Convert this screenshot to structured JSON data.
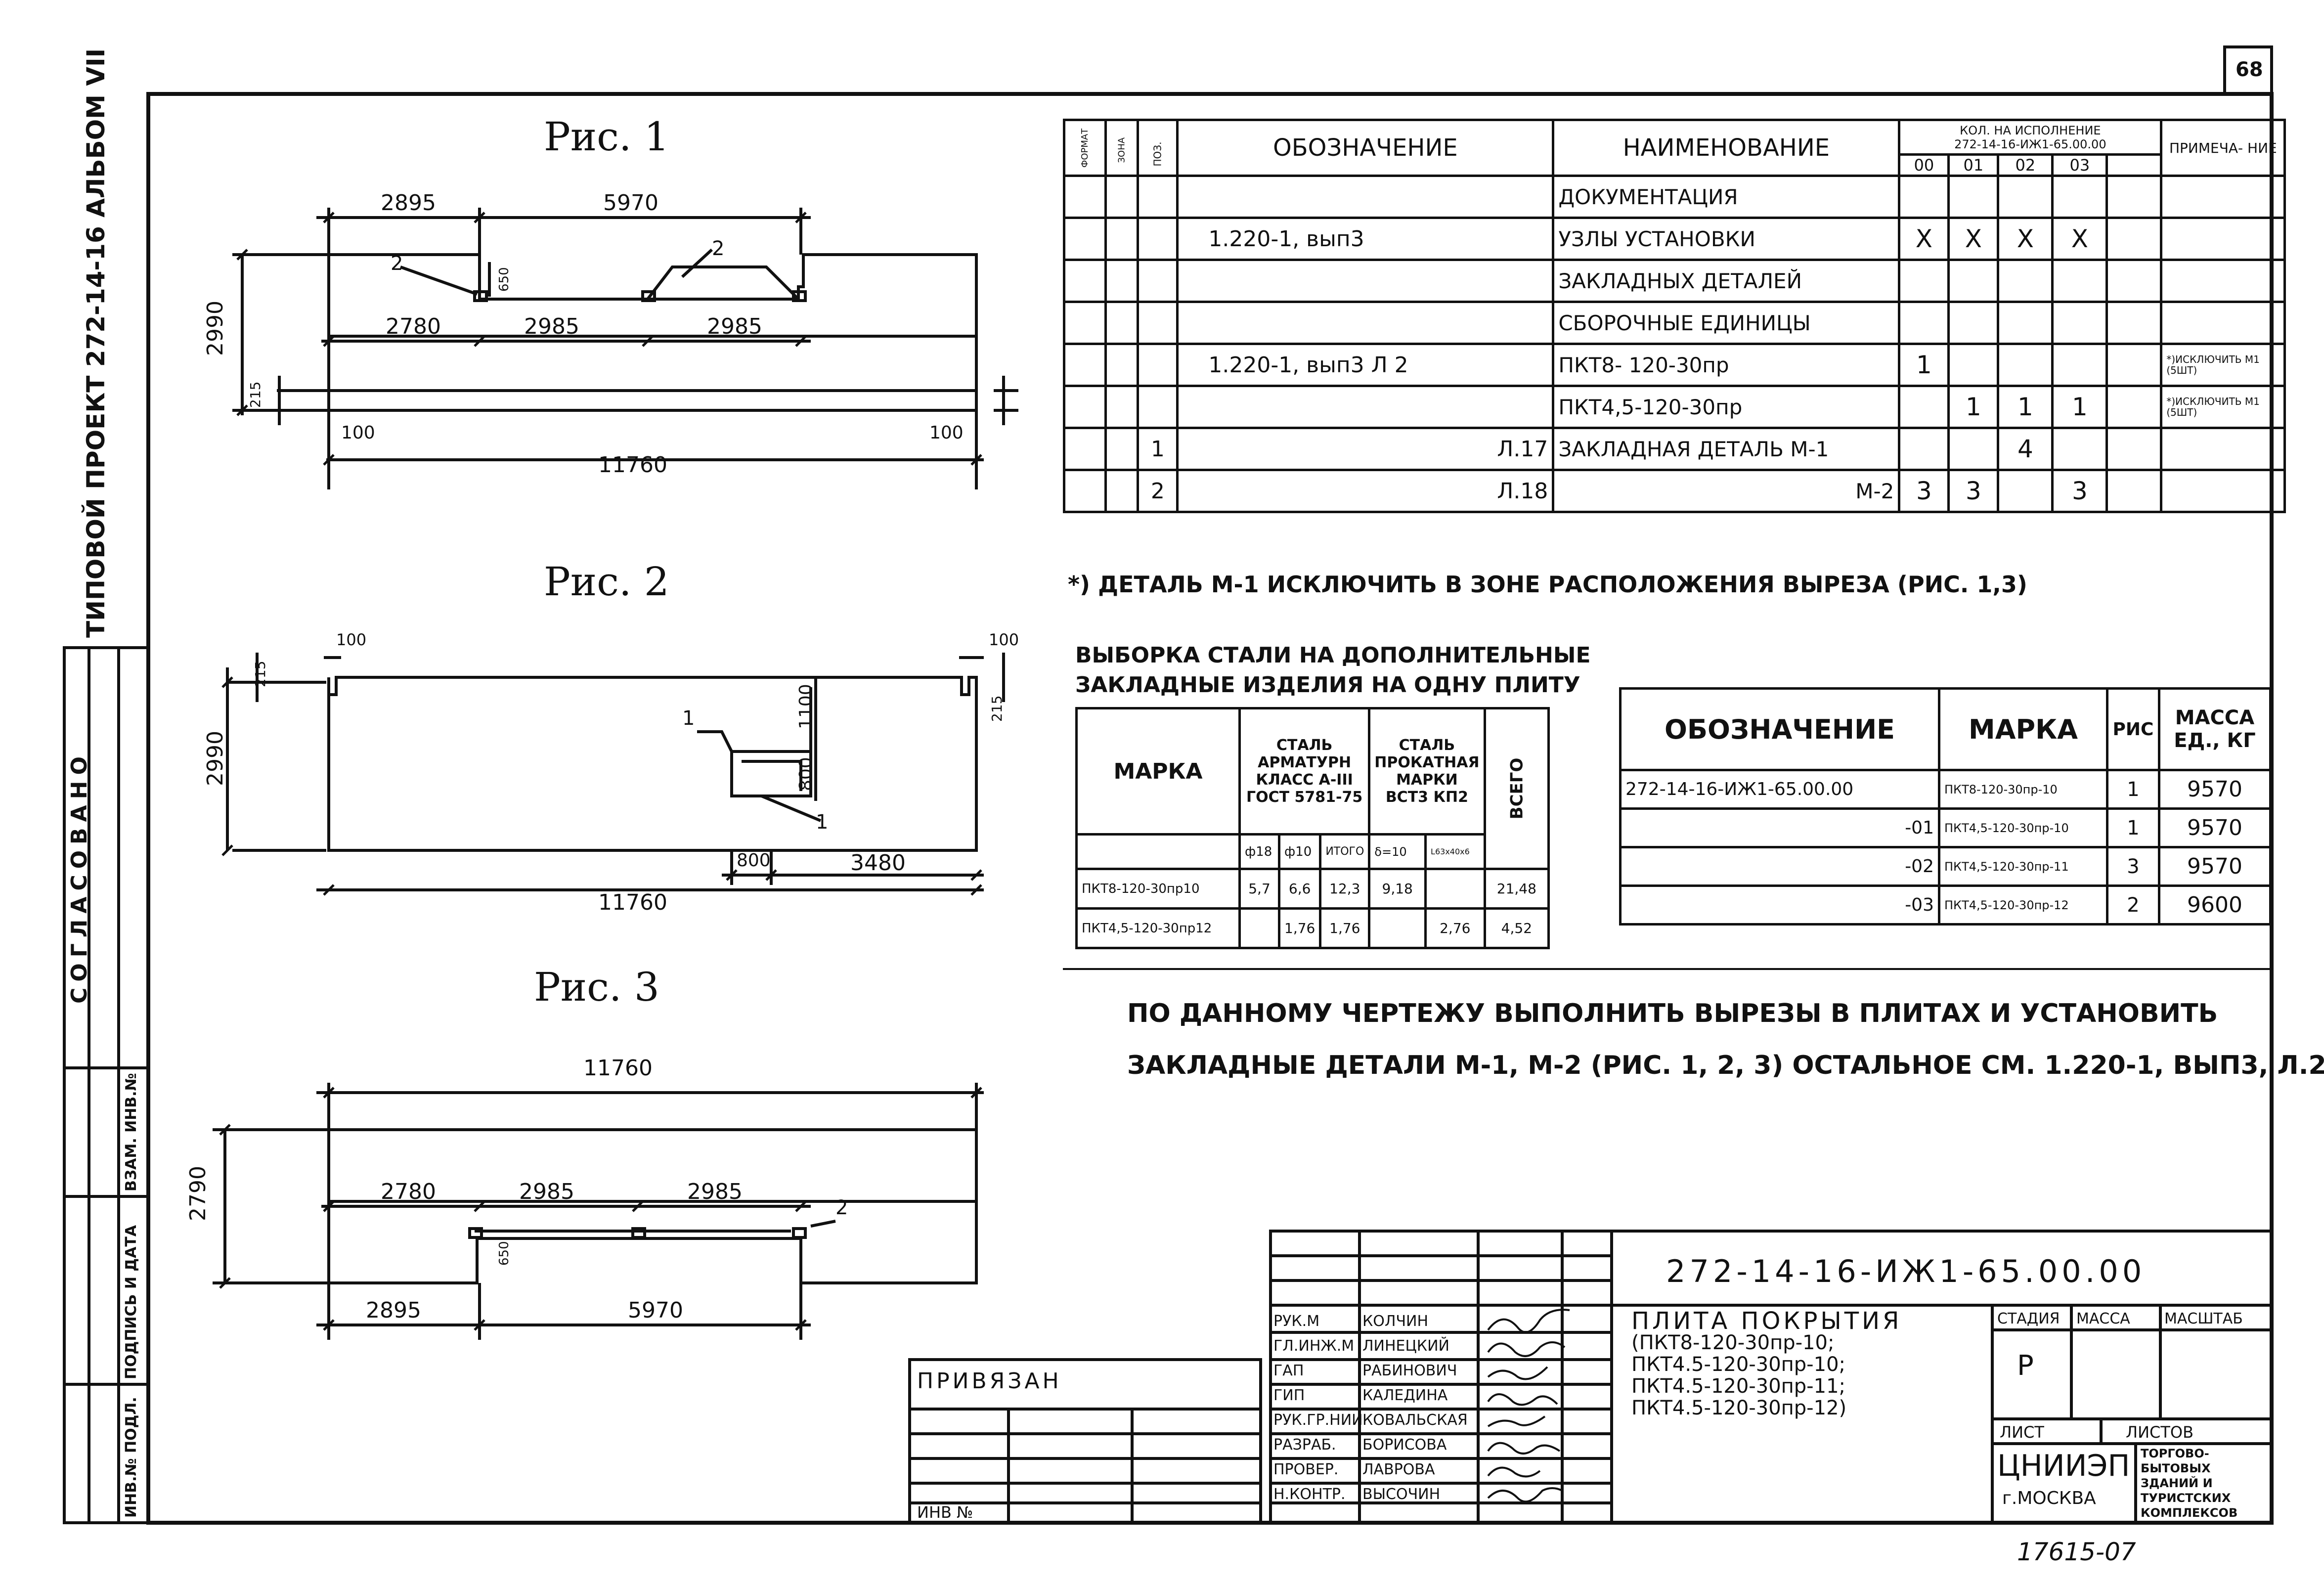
{
  "sheet_number": "68",
  "left_strip": {
    "project_title": "ТИПОВОЙ ПРОЕКТ 272-14-16 АЛЬБОМ VII",
    "agreed": "СОГЛАСОВАНО",
    "labels": [
      "ВЗАМ. ИНВ.№",
      "ПОДПИСЬ И ДАТА",
      "ИНВ.№ ПОДЛ."
    ]
  },
  "figure1": {
    "title": "Рис. 1",
    "dims_top": [
      "2895",
      "5970"
    ],
    "dims_mid": [
      "2780",
      "2985",
      "2985"
    ],
    "dim_height": "2990",
    "dim_215": "215",
    "dim_650": "650",
    "dim_100_left": "100",
    "dim_100_right": "100",
    "dim_length": "11760",
    "pos_labels": [
      "2",
      "2"
    ]
  },
  "figure2": {
    "title": "Рис. 2",
    "dim_100_left": "100",
    "dim_100_right": "100",
    "dim_215_left": "215",
    "dim_215_right": "215",
    "dim_height": "2990",
    "dim_800_v": "800",
    "dim_1100": "1100",
    "dim_800_h": "800",
    "dim_3480": "3480",
    "dim_length": "11760",
    "pos_labels": [
      "1",
      "1"
    ]
  },
  "figure3": {
    "title": "Рис. 3",
    "dim_length": "11760",
    "dim_height": "2790",
    "dims_mid": [
      "2780",
      "2985",
      "2985"
    ],
    "dim_650": "650",
    "dims_bottom": [
      "2895",
      "5970"
    ],
    "pos_label": "2"
  },
  "spec_table": {
    "header": {
      "format": "ФОРМАТ",
      "zone": "ЗОНА",
      "pos": "ПОЗ.",
      "designation": "ОБОЗНАЧЕНИЕ",
      "name": "НАИМЕНОВАНИЕ",
      "qty_title_1": "КОЛ. НА ИСПОЛНЕНИЕ",
      "qty_title_2": "272-14-16-ИЖ1-65.00.00",
      "qty_cols": [
        "00",
        "01",
        "02",
        "03"
      ],
      "note": "ПРИМЕЧА- НИЕ"
    },
    "rows": [
      {
        "pos": "",
        "designation": "",
        "name": "ДОКУМЕНТАЦИЯ",
        "q": [
          "",
          "",
          "",
          ""
        ],
        "note": ""
      },
      {
        "pos": "",
        "designation": "1.220-1, вып3",
        "name": "УЗЛЫ УСТАНОВКИ",
        "q": [
          "X",
          "X",
          "X",
          "X"
        ],
        "note": ""
      },
      {
        "pos": "",
        "designation": "",
        "name": "ЗАКЛАДНЫХ ДЕТАЛЕЙ",
        "q": [
          "",
          "",
          "",
          ""
        ],
        "note": ""
      },
      {
        "pos": "",
        "designation": "",
        "name": "СБОРОЧНЫЕ ЕДИНИЦЫ",
        "q": [
          "",
          "",
          "",
          ""
        ],
        "note": ""
      },
      {
        "pos": "",
        "designation": "1.220-1, вып3 Л 2",
        "name": "ПКТ8- 120-30пр",
        "q": [
          "1",
          "",
          "",
          ""
        ],
        "note": "*)ИСКЛЮЧИТЬ М1 (5ШТ)"
      },
      {
        "pos": "",
        "designation": "",
        "name": "ПКТ4,5-120-30пр",
        "q": [
          "",
          "1",
          "1",
          "1"
        ],
        "note": "*)ИСКЛЮЧИТЬ М1 (5ШТ)"
      },
      {
        "pos": "1",
        "designation": "Л.17",
        "name": "ЗАКЛАДНАЯ ДЕТАЛЬ М-1",
        "q": [
          "",
          "",
          "4",
          ""
        ],
        "note": ""
      },
      {
        "pos": "2",
        "designation": "Л.18",
        "name": "М-2",
        "q": [
          "3",
          "3",
          "",
          "3"
        ],
        "note": ""
      }
    ],
    "footnote": "*) ДЕТАЛЬ М-1 ИСКЛЮЧИТЬ В ЗОНЕ РАСПОЛОЖЕНИЯ ВЫРЕЗА (РИС. 1,3)"
  },
  "steel_table": {
    "title_1": "ВЫБОРКА СТАЛИ НА ДОПОЛНИТЕЛЬНЫЕ",
    "title_2": "ЗАКЛАДНЫЕ ИЗДЕЛИЯ НА ОДНУ ПЛИТУ",
    "h_mark": "МАРКА",
    "h_rebar": "СТАЛЬ АРМАТУРН КЛАСС А-III ГОСТ 5781-75",
    "h_rolled": "СТАЛЬ ПРОКАТНАЯ МАРКИ ВСТ3 КП2",
    "h_total": "ВСЕГО",
    "sub": [
      "ф18",
      "ф10",
      "ИТОГО",
      "δ=10",
      "L63x40x6"
    ],
    "rows": [
      {
        "mark": "ПКТ8-120-30пр10",
        "v": [
          "5,7",
          "6,6",
          "12,3",
          "9,18",
          "",
          "21,48"
        ]
      },
      {
        "mark": "ПКТ4,5-120-30пр12",
        "v": [
          "",
          "1,76",
          "1,76",
          "",
          "2,76",
          "4,52"
        ]
      }
    ]
  },
  "mass_table": {
    "headers": [
      "ОБОЗНАЧЕНИЕ",
      "МАРКА",
      "РИС",
      "МАССА ЕД., КГ"
    ],
    "rows": [
      {
        "d": "272-14-16-ИЖ1-65.00.00",
        "m": "ПКТ8-120-30пр-10",
        "r": "1",
        "w": "9570"
      },
      {
        "d": "-01",
        "m": "ПКТ4,5-120-30пр-10",
        "r": "1",
        "w": "9570"
      },
      {
        "d": "-02",
        "m": "ПКТ4,5-120-30пр-11",
        "r": "3",
        "w": "9570"
      },
      {
        "d": "-03",
        "m": "ПКТ4,5-120-30пр-12",
        "r": "2",
        "w": "9600"
      }
    ]
  },
  "note_text": {
    "line1": "ПО ДАННОМУ ЧЕРТЕЖУ ВЫПОЛНИТЬ ВЫРЕЗЫ В ПЛИТАХ И УСТАНОВИТЬ",
    "line2": "ЗАКЛАДНЫЕ ДЕТАЛИ М-1, М-2 (РИС. 1, 2, 3) ОСТАЛЬНОЕ СМ. 1.220-1, ВЫП3, Л.2"
  },
  "privyazan": {
    "title": "ПРИВЯЗАН",
    "inv": "ИНВ №"
  },
  "title_block": {
    "code": "272-14-16-ИЖ1-65.00.00",
    "staff": [
      {
        "role": "РУК.М",
        "name": "КОЛЧИН"
      },
      {
        "role": "ГЛ.ИНЖ.М",
        "name": "ЛИНЕЦКИЙ"
      },
      {
        "role": "ГАП",
        "name": "РАБИНОВИЧ"
      },
      {
        "role": "ГИП",
        "name": "КАЛЕДИНА"
      },
      {
        "role": "РУК.ГР.НИИ",
        "name": "КОВАЛЬСКАЯ"
      },
      {
        "role": "РАЗРАБ.",
        "name": "БОРИСОВА"
      },
      {
        "role": "ПРОВЕР.",
        "name": "ЛАВРОВА"
      },
      {
        "role": "Н.КОНТР.",
        "name": "ВЫСОЧИН"
      }
    ],
    "doc_name": [
      "ПЛИТА ПОКРЫТИЯ",
      "(ПКТ8-120-30пр-10;",
      "ПКТ4.5-120-30пр-10;",
      "ПКТ4.5-120-30пр-11;",
      "ПКТ4.5-120-30пр-12)"
    ],
    "stage_h": "СТАДИЯ",
    "mass_h": "МАССА",
    "scale_h": "МАСШТАБ",
    "stage": "Р",
    "sheet_h": "ЛИСТ",
    "sheets_h": "ЛИСТОВ",
    "org": "ЦНИИЭП",
    "city": "г.МОСКВА",
    "org_desc": [
      "ТОРГОВО-",
      "БЫТОВЫХ",
      "ЗДАНИЙ И",
      "ТУРИСТСКИХ",
      "КОМПЛЕКСОВ"
    ]
  },
  "copy_number": "17615-07"
}
